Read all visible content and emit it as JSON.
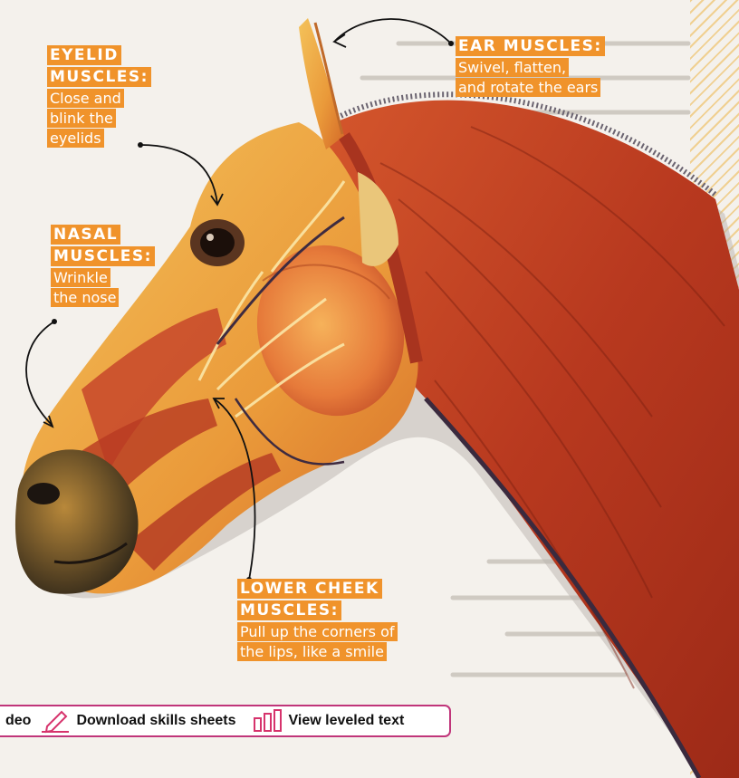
{
  "callouts": {
    "eyelid": {
      "head1": "EYELID",
      "head2": "MUSCLES:",
      "desc": [
        "Close and",
        "blink the",
        "eyelids"
      ]
    },
    "ear": {
      "head": "EAR MUSCLES:",
      "desc": [
        "Swivel, flatten,",
        "and rotate the ears"
      ]
    },
    "nasal": {
      "head1": "NASAL",
      "head2": "MUSCLES:",
      "desc": [
        "Wrinkle",
        "the nose"
      ]
    },
    "cheek": {
      "head1": "LOWER CHEEK",
      "head2": "MUSCLES:",
      "desc": [
        "Pull up the corners of",
        "the lips, like a smile"
      ]
    }
  },
  "toolbar": {
    "video_label": "deo",
    "download_label": "Download skills sheets",
    "leveled_label": "View leveled text"
  },
  "icons": {
    "download": "pencil-icon",
    "leveled": "bars-icon"
  },
  "colors": {
    "callout_bg": "#f0932b",
    "toolbar_border": "#c0357a",
    "icon_pink": "#d6336c"
  }
}
